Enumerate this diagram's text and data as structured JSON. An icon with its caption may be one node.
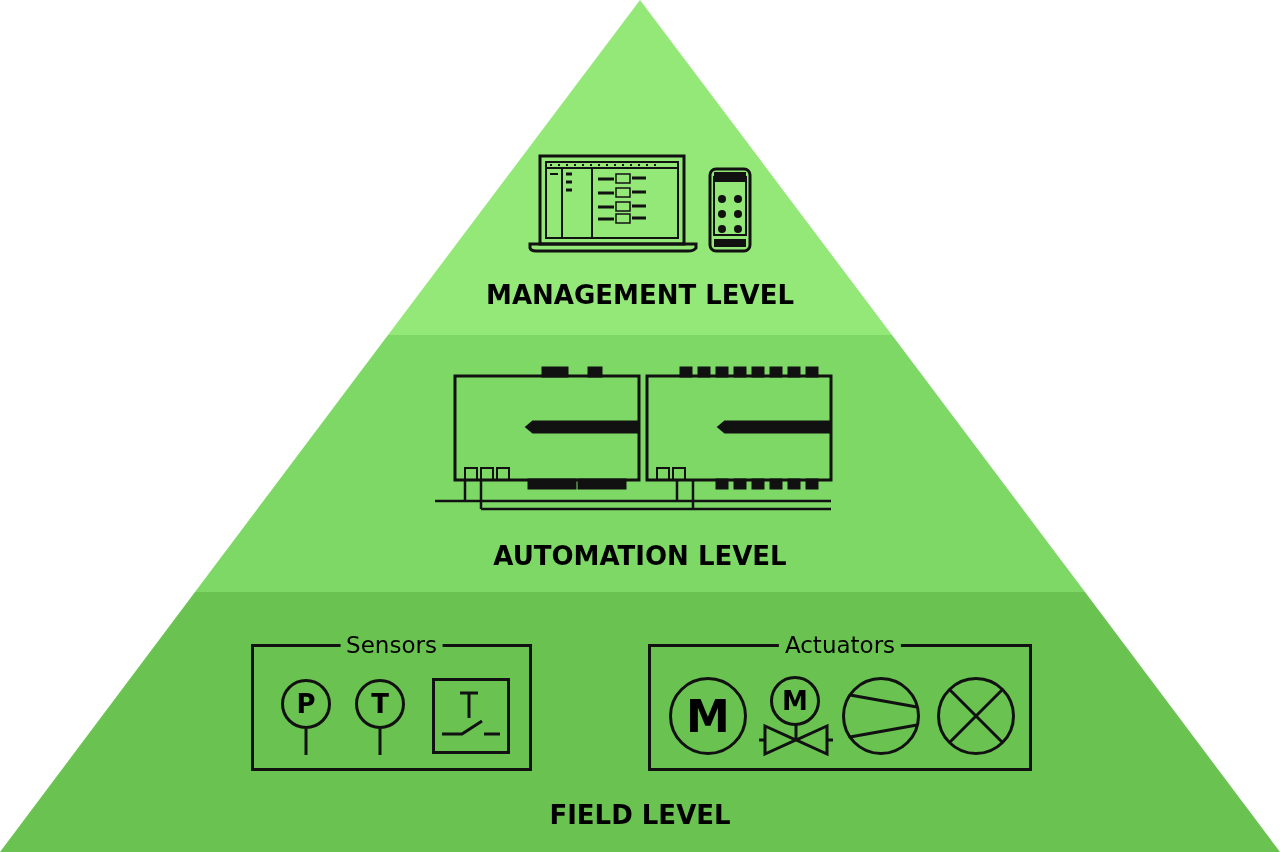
{
  "diagram": {
    "nodes": [
      {
        "text": [
          "MANAGEMENT LEVEL"
        ]
      },
      {
        "text": [
          "AUTOMATION LEVEL"
        ]
      },
      {
        "text": [
          "FIELD LEVEL"
        ]
      },
      {
        "text": [
          "Sensors"
        ],
        "in": 2
      },
      {
        "text": [
          "P"
        ],
        "in": 3
      },
      {
        "text": [
          "T"
        ],
        "in": 3
      },
      {
        "text": [
          "Actuators"
        ],
        "in": 2
      },
      {
        "text": [
          "M"
        ],
        "in": 6
      },
      {
        "text": [
          "M"
        ],
        "in": 6
      }
    ]
  }
}
